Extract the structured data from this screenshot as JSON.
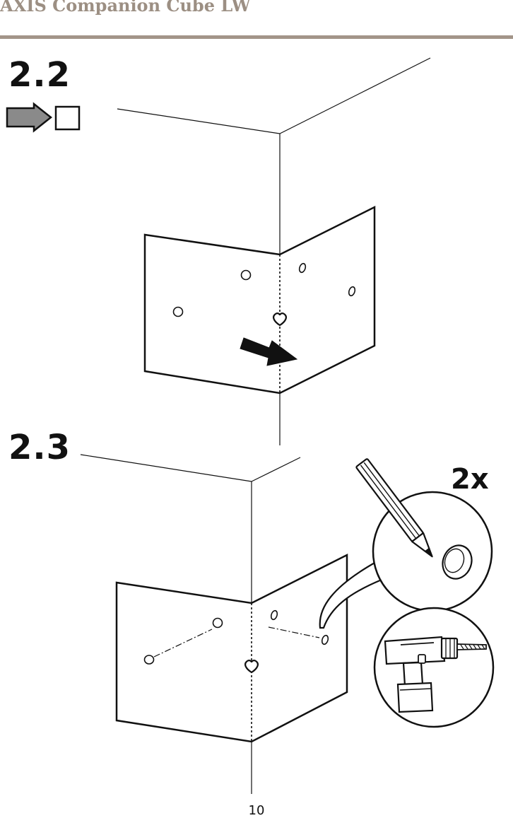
{
  "header": {
    "title": "AXIS Companion Cube LW"
  },
  "steps": [
    {
      "label": "2.2",
      "icon": "mark-position-icon"
    },
    {
      "label": "2.3",
      "multiplier": "2x",
      "icons": [
        "pencil-icon",
        "drill-icon"
      ]
    }
  ],
  "footer": {
    "page_number": "10"
  },
  "colors": {
    "header_text": "#9c8f83",
    "header_rule": "#a39589",
    "icon_gray": "#8a8a8a"
  }
}
